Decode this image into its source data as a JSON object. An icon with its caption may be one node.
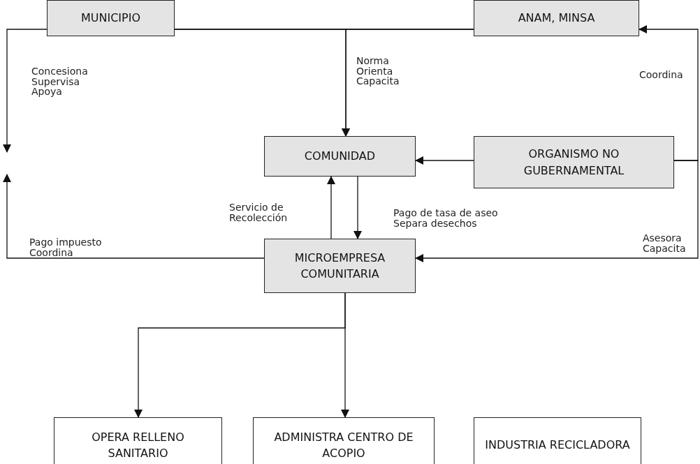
{
  "diagram": {
    "nodes": [
      {
        "text": [
          "MUNICIPIO"
        ]
      },
      {
        "text": [
          "ANAM, MINSA"
        ]
      },
      {
        "text": [
          "COMUNIDAD"
        ]
      },
      {
        "text": [
          "ORGANISMO NO GUBERNAMENTAL"
        ]
      },
      {
        "text": [
          "MICROEMPRESA COMUNITARIA"
        ]
      },
      {
        "text": [
          "OPERA RELLENO SANITARIO"
        ]
      },
      {
        "text": [
          "ADMINISTRA CENTRO DE ACOPIO"
        ]
      },
      {
        "text": [
          "INDUSTRIA RECICLADORA"
        ]
      }
    ],
    "edges": [
      {
        "from": 0,
        "to": 1,
        "arrow": "none"
      },
      {
        "from": 0,
        "to": 2,
        "arrow": "to",
        "label": "Norma Orienta Capacita"
      },
      {
        "from": 1,
        "to": 2,
        "arrow": "to"
      },
      {
        "from": 0,
        "to": null,
        "arrow": "to",
        "label": "Concesiona Supervisa Apoya"
      },
      {
        "from": 4,
        "to": null,
        "arrow": "to",
        "label": "Pago impuesto Coordina"
      },
      {
        "from": 3,
        "to": 1,
        "arrow": "to",
        "label": "Coordina"
      },
      {
        "from": 3,
        "to": 4,
        "arrow": "to",
        "label": "Asesora Capacita"
      },
      {
        "from": 3,
        "to": 2,
        "arrow": "to"
      },
      {
        "from": 4,
        "to": 2,
        "arrow": "to",
        "label": "Servicio de Recolección"
      },
      {
        "from": 2,
        "to": 4,
        "arrow": "to",
        "label": "Pago de tasa de aseo Separa desechos"
      },
      {
        "from": 4,
        "to": 5,
        "arrow": "to"
      },
      {
        "from": 4,
        "to": 6,
        "arrow": "to"
      }
    ]
  }
}
